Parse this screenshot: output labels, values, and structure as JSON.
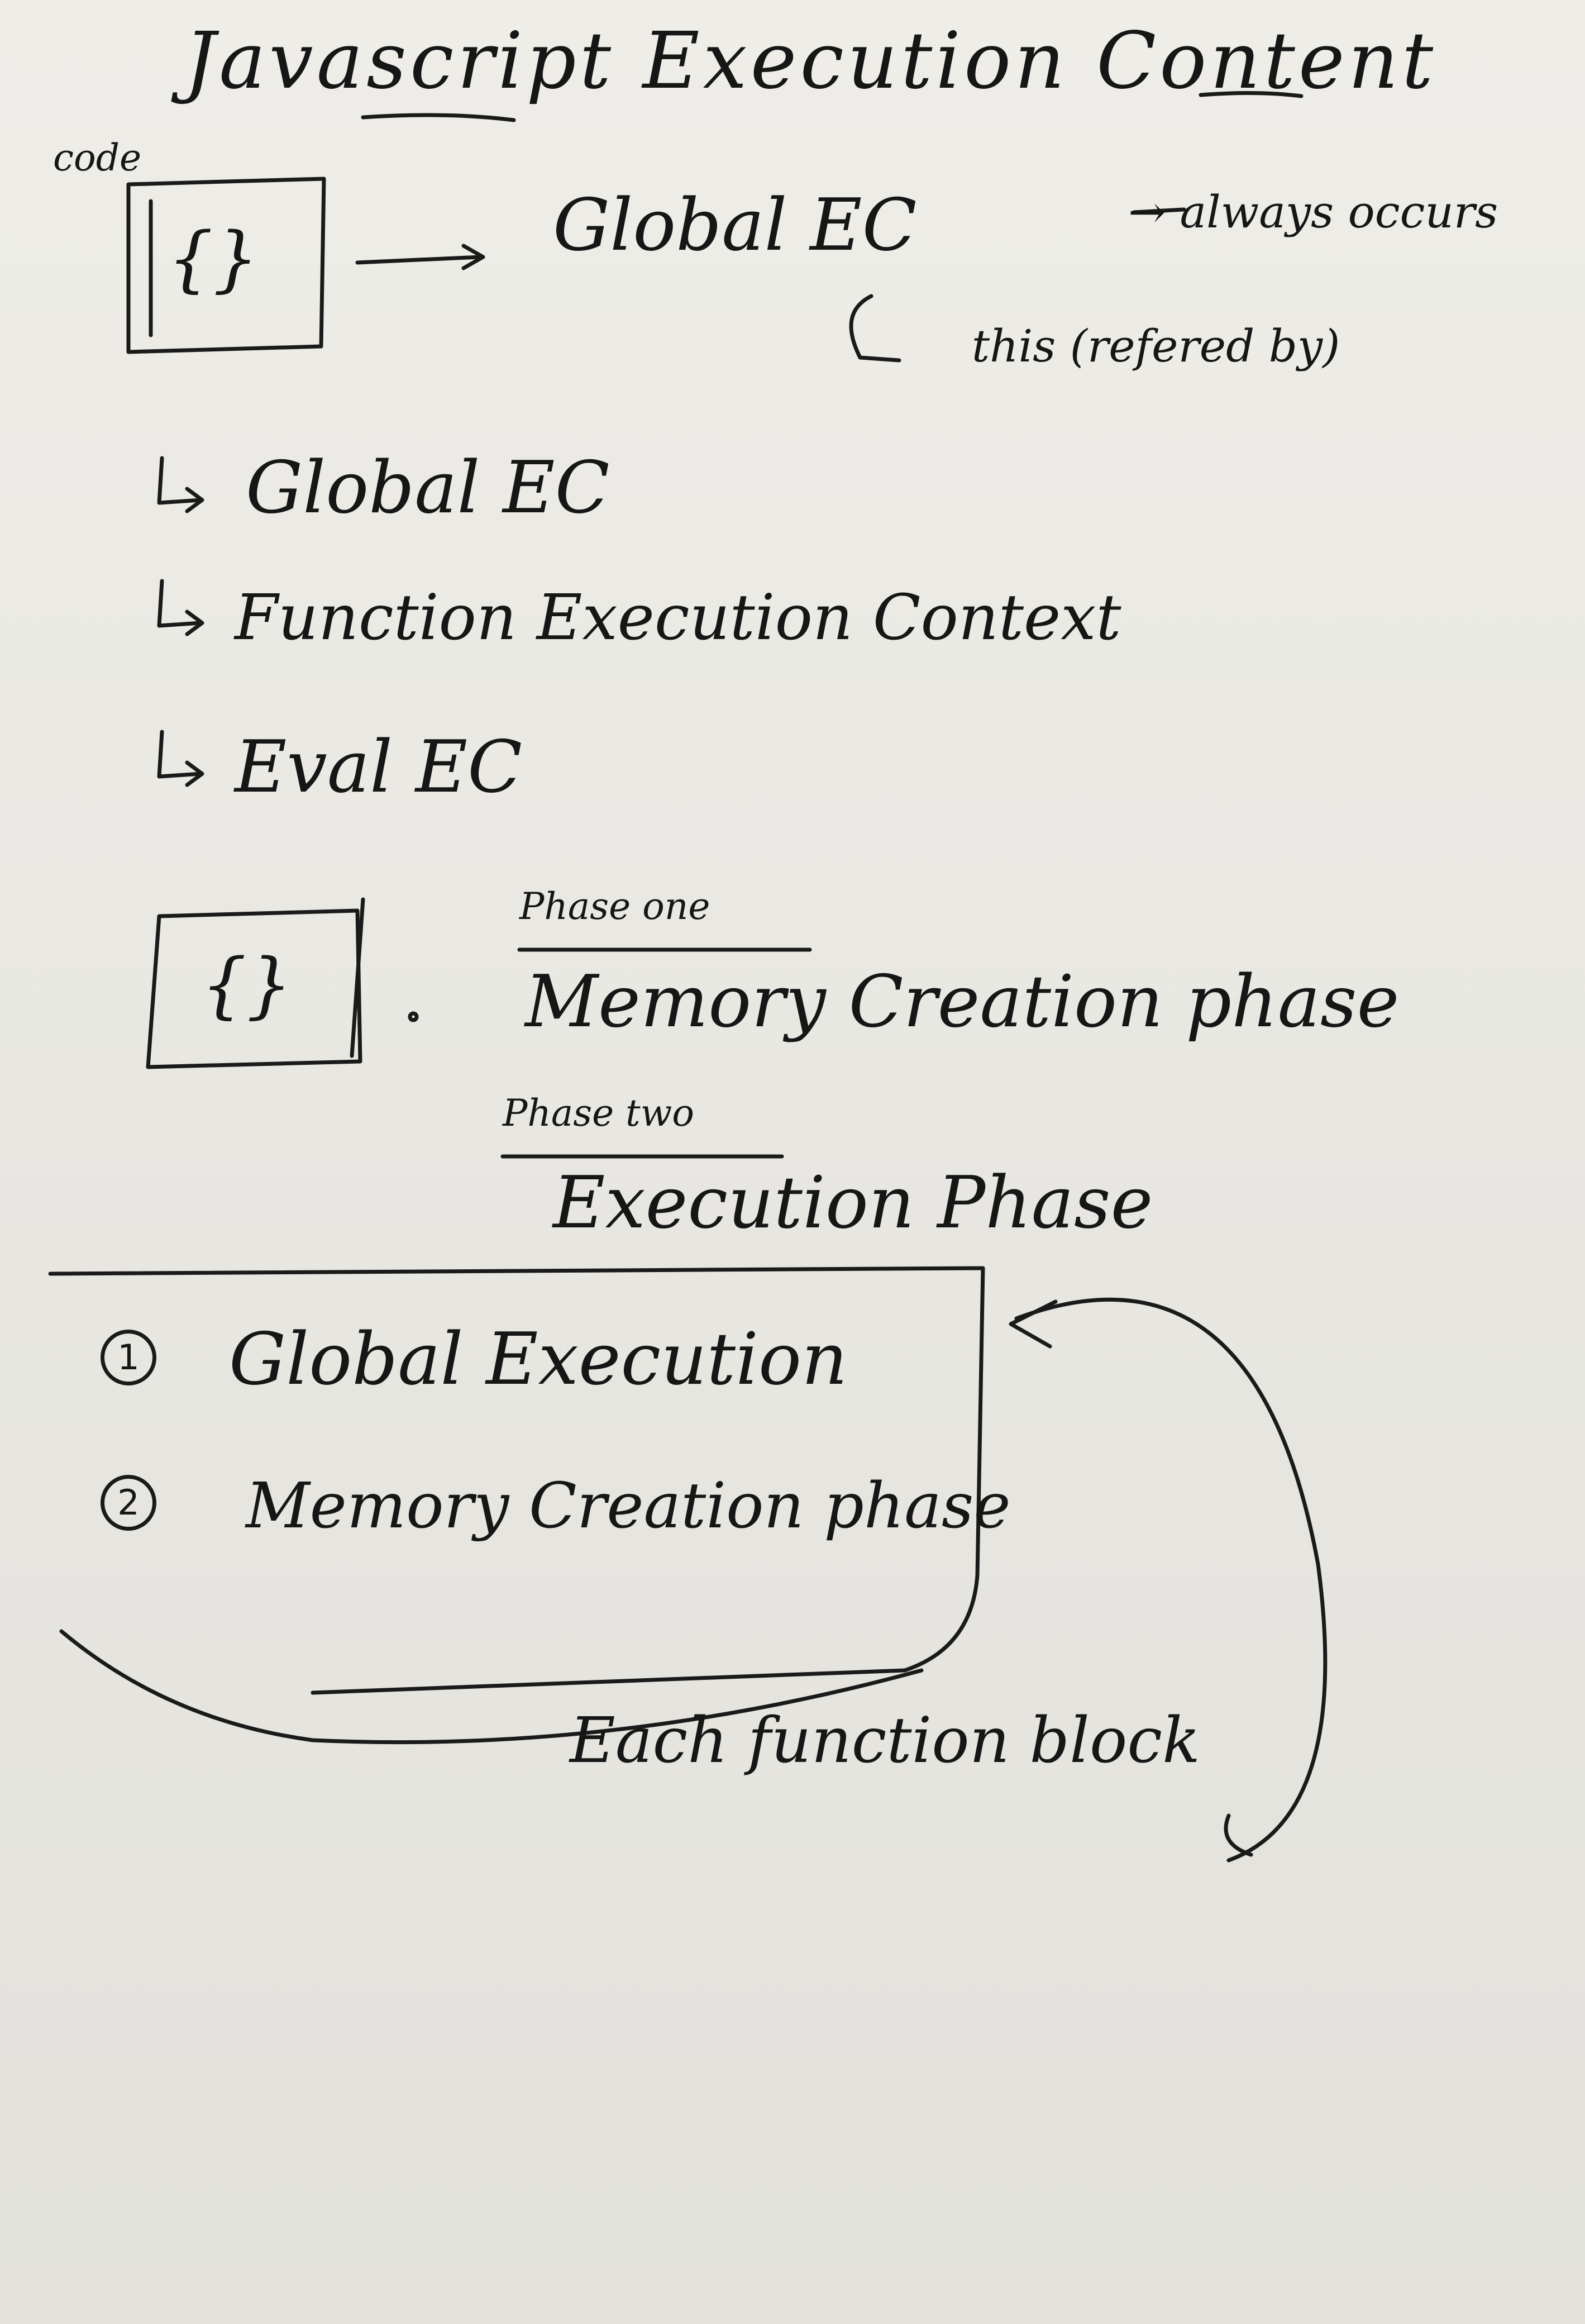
{
  "title": "Javascript Execution Content",
  "code_label": "code",
  "braces": "{}",
  "braces2": "{}",
  "global_ec": "Global EC",
  "always_occurs": "→ always occurs",
  "this_refered": "this (refered by)",
  "types": [
    "Global EC",
    "Function Execution Context",
    "Eval EC"
  ],
  "phase_one_label": "Phase one",
  "phase_one": "Memory Creation phase",
  "phase_two_label": "Phase two",
  "phase_two": "Execution Phase",
  "steps": [
    {
      "num": "1",
      "text": "Global Execution"
    },
    {
      "num": "2",
      "text": "Memory Creation phase"
    }
  ],
  "each_function": "Each function block"
}
